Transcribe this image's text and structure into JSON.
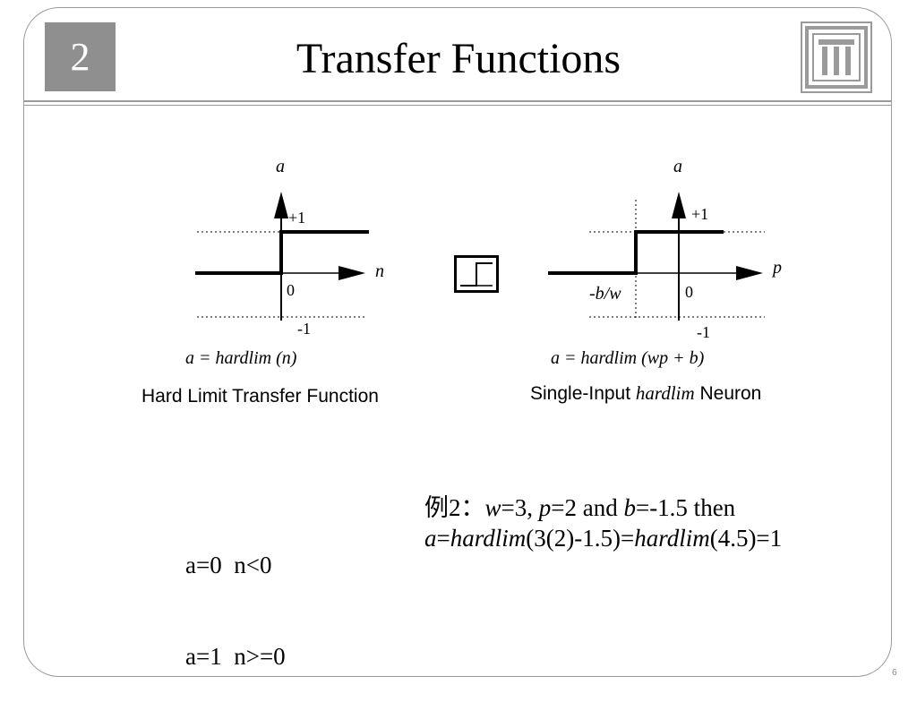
{
  "slide": {
    "chapter": "2",
    "title": "Transfer Functions",
    "page_number": "6"
  },
  "logo": {
    "icon": "pillar-temple-icon",
    "color": "#9a9a9a"
  },
  "left_diagram": {
    "axis_y_label": "a",
    "axis_x_label": "n",
    "plus_one": "+1",
    "zero": "0",
    "minus_one": "-1",
    "equation": "a = hardlim (n)",
    "caption": "Hard Limit Transfer Function"
  },
  "right_diagram": {
    "axis_y_label": "a",
    "axis_x_label": "p",
    "plus_one": "+1",
    "zero": "0",
    "minus_one": "-1",
    "threshold": "-b/w",
    "equation": "a = hardlim (wp + b)",
    "caption_prefix": "Single-Input ",
    "caption_italic": "hardlim",
    "caption_suffix": " Neuron"
  },
  "symbol": {
    "icon": "hardlim-step-icon"
  },
  "conditions": [
    "a=0  n<0",
    "a=1  n>=0"
  ],
  "example": {
    "line1": {
      "prefix": "例2：",
      "w_var": "w",
      "w_val": "=3, ",
      "p_var": "p",
      "p_val": "=2 and ",
      "b_var": "b",
      "b_val": "=-1.5 then"
    },
    "line2": {
      "a_var": "a",
      "eq1": "=",
      "fn1": "hardlim",
      "arg1": "(3(2)-1.5)=",
      "fn2": "hardlim",
      "arg2": "(4.5)=1"
    }
  }
}
